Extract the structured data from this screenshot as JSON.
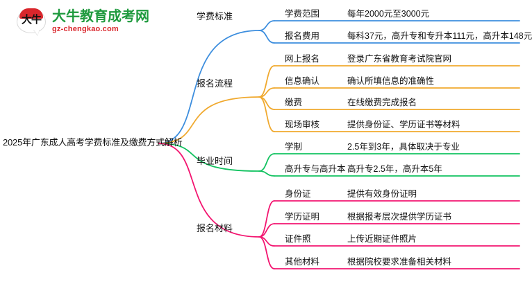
{
  "logo": {
    "mark_glyph": "大牛",
    "title": "大牛教育成考网",
    "domain": "gz-chengkao.com",
    "title_color": "#1f9a3e",
    "domain_color": "#d9262c",
    "cap_color": "#d9262c"
  },
  "mindmap": {
    "root": "2025年广东成人高考学费标准及缴费方式解析",
    "branches": [
      {
        "label": "学费标准",
        "color": "#3d8ede",
        "items": [
          {
            "label": "学费范围",
            "desc": "每年2000元至3000元"
          },
          {
            "label": "报名费用",
            "desc": "每科37元，高升专和专升本111元，高升本148元"
          }
        ]
      },
      {
        "label": "报名流程",
        "color": "#f0a92e",
        "items": [
          {
            "label": "网上报名",
            "desc": "登录广东省教育考试院官网"
          },
          {
            "label": "信息确认",
            "desc": "确认所填信息的准确性"
          },
          {
            "label": "缴费",
            "desc": "在线缴费完成报名"
          },
          {
            "label": "现场审核",
            "desc": "提供身份证、学历证书等材料"
          }
        ]
      },
      {
        "label": "毕业时间",
        "color": "#12c260",
        "items": [
          {
            "label": "学制",
            "desc": "2.5年到3年，具体取决于专业"
          },
          {
            "label": "高升专与高升本",
            "desc": "高升专2.5年，高升本5年"
          }
        ]
      },
      {
        "label": "报名材料",
        "color": "#f31570",
        "items": [
          {
            "label": "身份证",
            "desc": "提供有效身份证明"
          },
          {
            "label": "学历证明",
            "desc": "根据报考层次提供学历证书"
          },
          {
            "label": "证件照",
            "desc": "上传近期证件照片"
          },
          {
            "label": "其他材料",
            "desc": "根据院校要求准备相关材料"
          }
        ]
      }
    ]
  }
}
